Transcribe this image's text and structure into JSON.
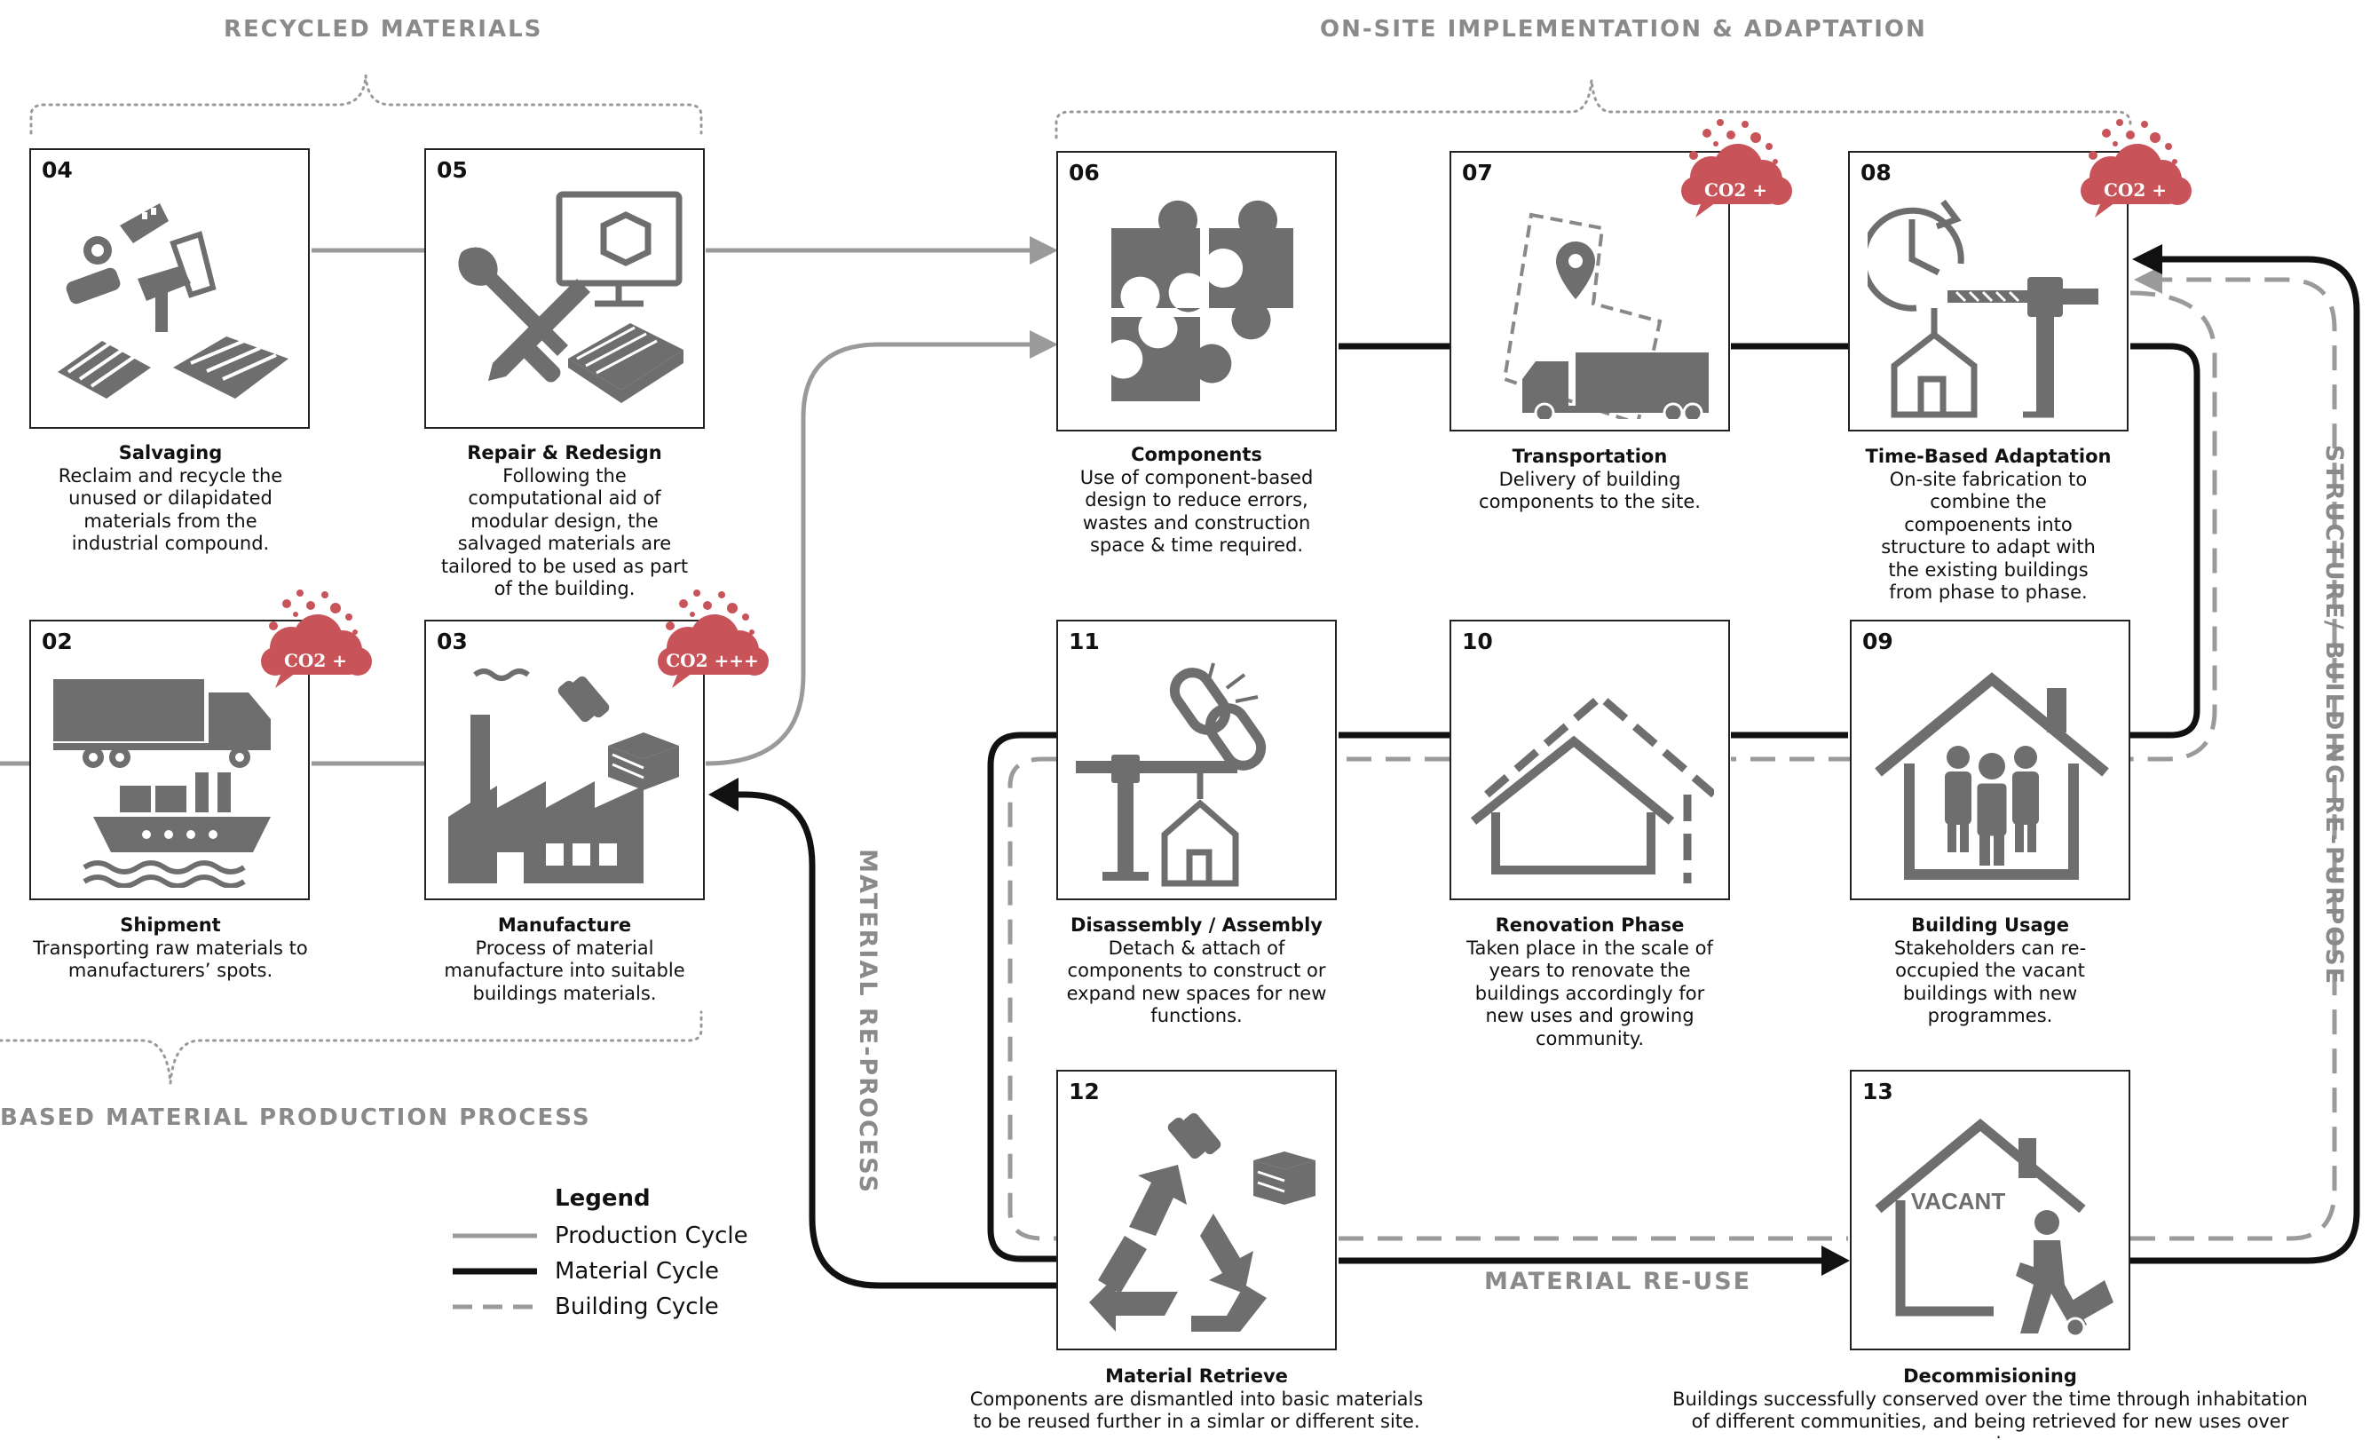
{
  "headers": {
    "recycled": "RECYCLED MATERIALS",
    "onsite": "ON-SITE IMPLEMENTATION & ADAPTATION",
    "production": "BASED MATERIAL PRODUCTION PROCESS"
  },
  "flow_labels": {
    "material_reprocess": "MATERIAL RE-PROCESS",
    "material_reuse": "MATERIAL RE-USE",
    "structure_repurpose": "STRUCTURE/ BUILDING RE-PURPOSE"
  },
  "co2": {
    "plus": "CO2 +",
    "plus3": "CO2 +++"
  },
  "steps": {
    "s02": {
      "num": "02",
      "title": "Shipment",
      "desc": "Transporting raw materials to manufacturers’ spots.",
      "icon": "truck-ship-icon"
    },
    "s03": {
      "num": "03",
      "title": "Manufacture",
      "desc": "Process of material manufacture into suitable buildings materials.",
      "icon": "factory-icon"
    },
    "s04": {
      "num": "04",
      "title": "Salvaging",
      "desc": "Reclaim and recycle the unused or dilapidated materials from the industrial compound.",
      "icon": "salvage-tools-icon"
    },
    "s05": {
      "num": "05",
      "title": "Repair & Redesign",
      "desc": "Following the computational aid of modular design, the salvaged materials are tailored to be used as part of the building.",
      "icon": "repair-design-icon"
    },
    "s06": {
      "num": "06",
      "title": "Components",
      "desc": "Use of component-based design to reduce errors, wastes and construction space & time required.",
      "icon": "puzzle-icon"
    },
    "s07": {
      "num": "07",
      "title": "Transportation",
      "desc": "Delivery of building components to the site.",
      "icon": "delivery-map-icon"
    },
    "s08": {
      "num": "08",
      "title": "Time-Based Adaptation",
      "desc": "On-site fabrication to combine the compoenents into structure to adapt with the existing buildings from phase to phase.",
      "icon": "clock-crane-icon"
    },
    "s09": {
      "num": "09",
      "title": "Building Usage",
      "desc": "Stakeholders can re-occupied the vacant buildings with new programmes.",
      "icon": "house-people-icon"
    },
    "s10": {
      "num": "10",
      "title": "Renovation Phase",
      "desc": "Taken place in the scale of years to renovate the buildings accordingly for new uses and growing community.",
      "icon": "house-renovation-icon"
    },
    "s11": {
      "num": "11",
      "title": "Disassembly / Assembly",
      "desc": "Detach & attach of components to construct or expand new spaces for new functions.",
      "icon": "chain-crane-icon"
    },
    "s12": {
      "num": "12",
      "title": "Material Retrieve",
      "desc": "Components are dismantled into basic materials to be reused further in a simlar or different site.",
      "icon": "recycle-icon"
    },
    "s13": {
      "num": "13",
      "title": "Decommisioning",
      "desc": "Buildings successfully conserved over the time through inhabitation of different communities, and being retrieved for new uses over again.",
      "icon": "vacant-house-icon",
      "icon_text": "VACANT"
    }
  },
  "legend": {
    "title": "Legend",
    "items": [
      {
        "label": "Production Cycle",
        "color": "#9a9a9a",
        "style": "solid"
      },
      {
        "label": "Material Cycle",
        "color": "#111111",
        "style": "solid"
      },
      {
        "label": "Building Cycle",
        "color": "#9a9a9a",
        "style": "dashed"
      }
    ]
  },
  "colors": {
    "production": "#9a9a9a",
    "material": "#111111",
    "building": "#9a9a9a",
    "co2_cloud": "#c8545a",
    "icon": "#6e6e6e",
    "header": "#8a8a8a"
  }
}
